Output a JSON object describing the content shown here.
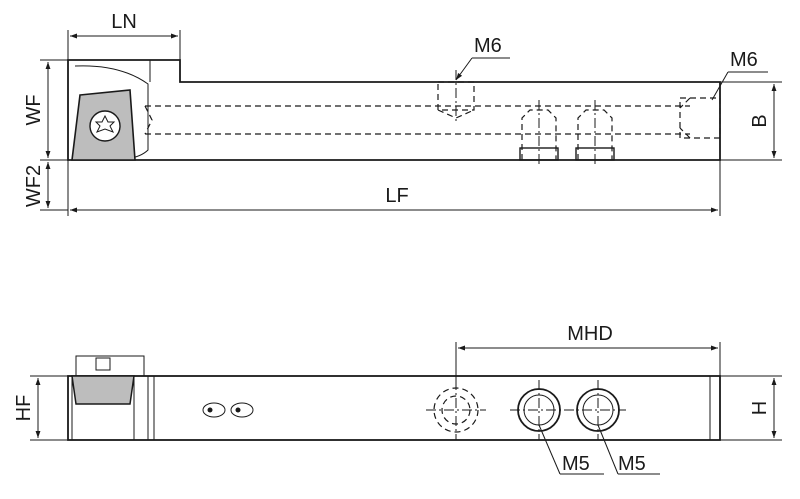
{
  "labels": {
    "ln": "LN",
    "wf": "WF",
    "wf2": "WF2",
    "lf": "LF",
    "b": "B",
    "m6_top": "M6",
    "m6_end": "M6",
    "mhd": "MHD",
    "hf": "HF",
    "h": "H",
    "m5_a": "M5",
    "m5_b": "M5"
  },
  "colors": {
    "line": "#1a1a1a",
    "insert_fill": "#bdbdbd",
    "background": "#ffffff"
  }
}
